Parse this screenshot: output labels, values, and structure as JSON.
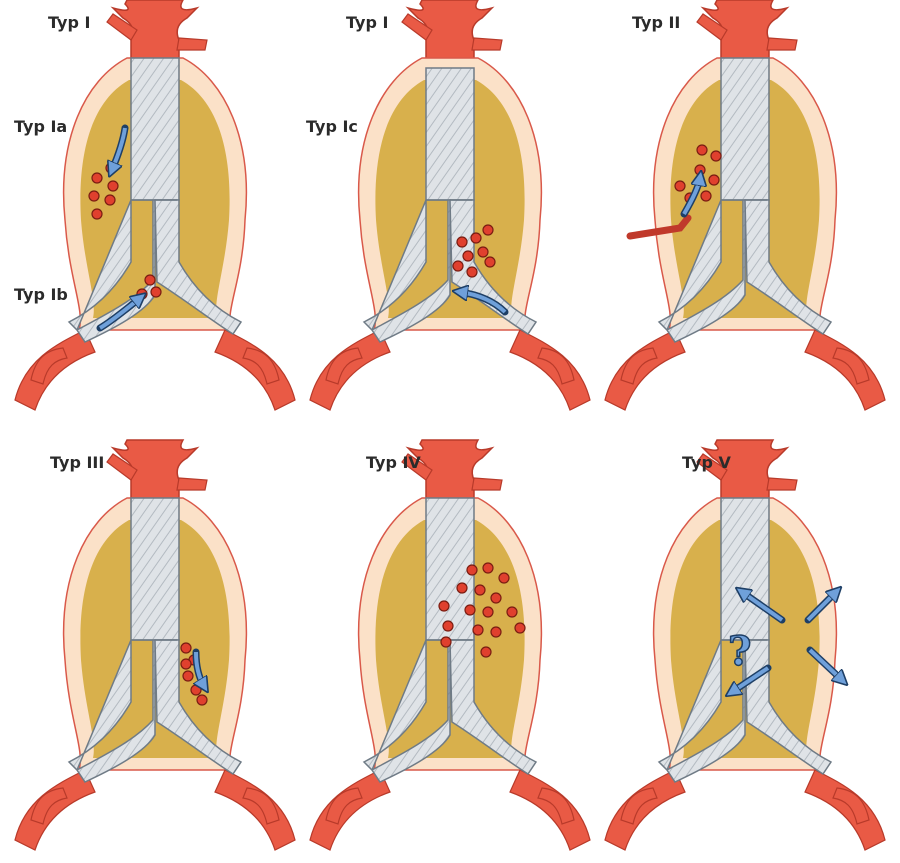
{
  "panels": [
    {
      "title": "Typ I",
      "sublabels": [
        "Typ Ia",
        "Typ Ib"
      ]
    },
    {
      "title": "Typ I",
      "sublabels": [
        "Typ Ic"
      ]
    },
    {
      "title": "Typ II",
      "sublabels": []
    },
    {
      "title": "Typ III",
      "sublabels": []
    },
    {
      "title": "Typ IV",
      "sublabels": []
    },
    {
      "title": "Typ V",
      "sublabels": [],
      "symbol": "?"
    }
  ],
  "colors": {
    "artery": "#e95a45",
    "artery_outline": "#b83a2a",
    "sac_outer": "#fbe1c8",
    "sac_outline": "#d9594a",
    "thrombus": "#d8b04c",
    "graft": "#d8dde2",
    "graft_outline": "#6f7b86",
    "leak_dot": "#e0402e",
    "arrow": "#6fa0da",
    "arrow_outline": "#1e3f66"
  },
  "icons": [
    "blood-leak-dot",
    "flow-arrow-icon",
    "question-icon"
  ]
}
